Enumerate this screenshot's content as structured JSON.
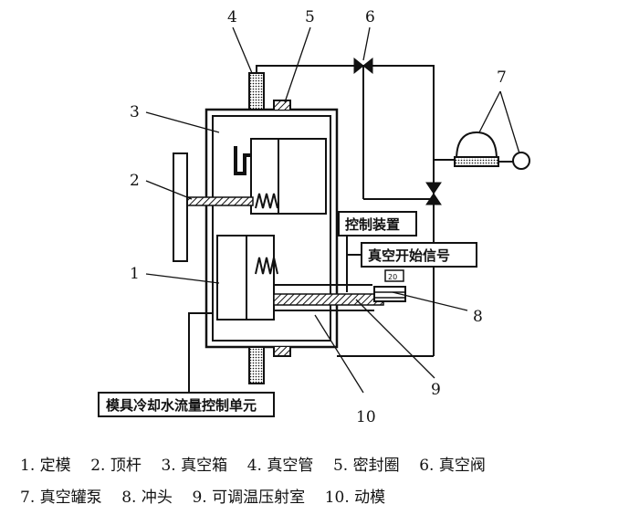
{
  "callouts": {
    "n1": "1",
    "n2": "2",
    "n3": "3",
    "n4": "4",
    "n5": "5",
    "n6": "6",
    "n7": "7",
    "n8": "8",
    "n9": "9",
    "n10": "10"
  },
  "boxes": {
    "control_device": "控制装置",
    "vacuum_start_signal": "真空开始信号",
    "mold_cooling_unit": "模具冷却水流量控制单元",
    "small_mark": "20"
  },
  "legend": {
    "line1": "1. 定模    2. 顶杆    3. 真空箱    4. 真空管    5. 密封圈    6. 真空阀",
    "line2": "7. 真空罐泵    8. 冲头    9. 可调温压射室    10. 动模"
  }
}
